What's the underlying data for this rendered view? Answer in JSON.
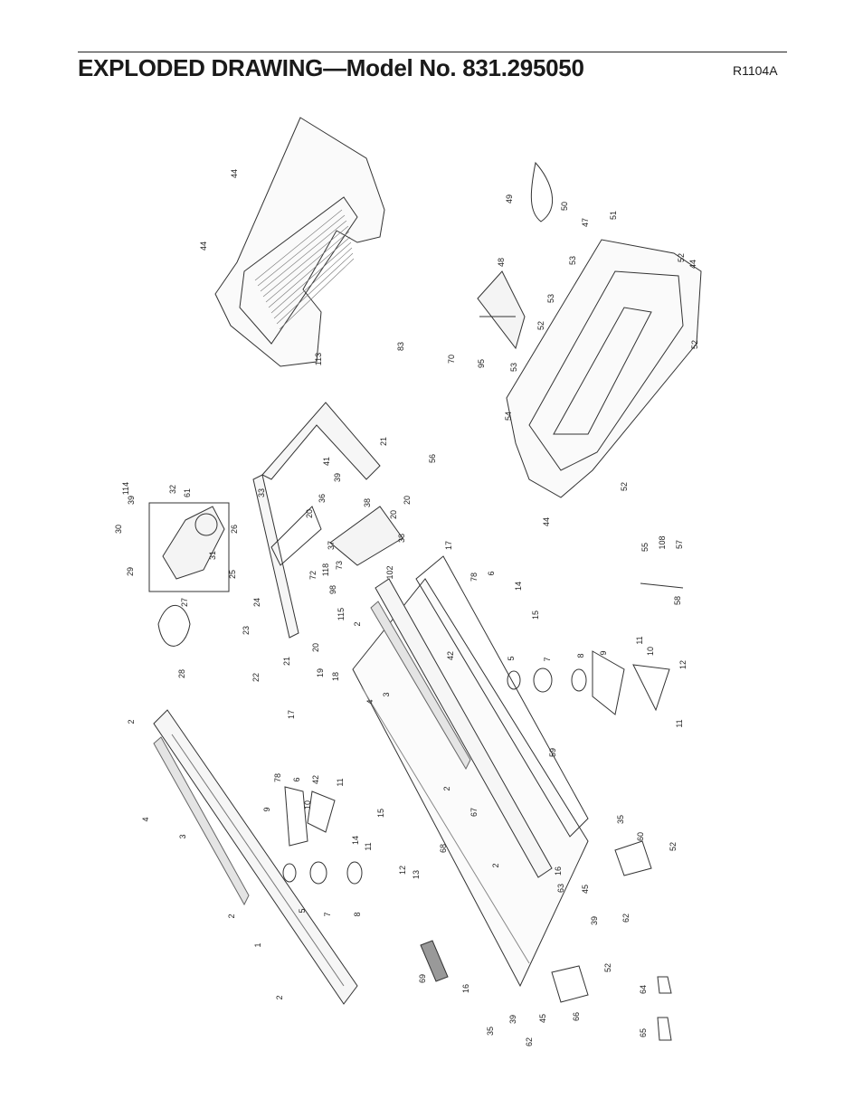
{
  "header": {
    "title": "EXPLODED DRAWING—Model No. 831.295050",
    "code": "R1104A"
  },
  "callouts": [
    {
      "label": "44"
    },
    {
      "label": "44"
    },
    {
      "label": "113"
    },
    {
      "label": "83"
    },
    {
      "label": "70"
    },
    {
      "label": "95"
    },
    {
      "label": "49"
    },
    {
      "label": "50"
    },
    {
      "label": "47"
    },
    {
      "label": "51"
    },
    {
      "label": "53"
    },
    {
      "label": "48"
    },
    {
      "label": "53"
    },
    {
      "label": "52"
    },
    {
      "label": "53"
    },
    {
      "label": "52"
    },
    {
      "label": "44"
    },
    {
      "label": "52"
    },
    {
      "label": "54"
    },
    {
      "label": "44"
    },
    {
      "label": "52"
    },
    {
      "label": "56"
    },
    {
      "label": "21"
    },
    {
      "label": "41"
    },
    {
      "label": "39"
    },
    {
      "label": "33"
    },
    {
      "label": "36"
    },
    {
      "label": "20"
    },
    {
      "label": "38"
    },
    {
      "label": "20"
    },
    {
      "label": "20"
    },
    {
      "label": "38"
    },
    {
      "label": "37"
    },
    {
      "label": "17"
    },
    {
      "label": "118"
    },
    {
      "label": "73"
    },
    {
      "label": "102"
    },
    {
      "label": "98"
    },
    {
      "label": "72"
    },
    {
      "label": "115"
    },
    {
      "label": "2"
    },
    {
      "label": "114"
    },
    {
      "label": "39"
    },
    {
      "label": "32"
    },
    {
      "label": "61"
    },
    {
      "label": "30"
    },
    {
      "label": "29"
    },
    {
      "label": "26"
    },
    {
      "label": "31"
    },
    {
      "label": "25"
    },
    {
      "label": "27"
    },
    {
      "label": "28"
    },
    {
      "label": "24"
    },
    {
      "label": "23"
    },
    {
      "label": "22"
    },
    {
      "label": "21"
    },
    {
      "label": "20"
    },
    {
      "label": "19"
    },
    {
      "label": "18"
    },
    {
      "label": "17"
    },
    {
      "label": "4"
    },
    {
      "label": "3"
    },
    {
      "label": "2"
    },
    {
      "label": "78"
    },
    {
      "label": "6"
    },
    {
      "label": "42"
    },
    {
      "label": "9"
    },
    {
      "label": "10"
    },
    {
      "label": "11"
    },
    {
      "label": "15"
    },
    {
      "label": "14"
    },
    {
      "label": "11"
    },
    {
      "label": "12"
    },
    {
      "label": "4"
    },
    {
      "label": "3"
    },
    {
      "label": "5"
    },
    {
      "label": "7"
    },
    {
      "label": "8"
    },
    {
      "label": "2"
    },
    {
      "label": "1"
    },
    {
      "label": "2"
    },
    {
      "label": "13"
    },
    {
      "label": "68"
    },
    {
      "label": "69"
    },
    {
      "label": "16"
    },
    {
      "label": "35"
    },
    {
      "label": "39"
    },
    {
      "label": "45"
    },
    {
      "label": "62"
    },
    {
      "label": "66"
    },
    {
      "label": "52"
    },
    {
      "label": "64"
    },
    {
      "label": "65"
    },
    {
      "label": "78"
    },
    {
      "label": "6"
    },
    {
      "label": "14"
    },
    {
      "label": "15"
    },
    {
      "label": "42"
    },
    {
      "label": "5"
    },
    {
      "label": "7"
    },
    {
      "label": "8"
    },
    {
      "label": "9"
    },
    {
      "label": "11"
    },
    {
      "label": "10"
    },
    {
      "label": "12"
    },
    {
      "label": "11"
    },
    {
      "label": "59"
    },
    {
      "label": "2"
    },
    {
      "label": "67"
    },
    {
      "label": "2"
    },
    {
      "label": "16"
    },
    {
      "label": "63"
    },
    {
      "label": "45"
    },
    {
      "label": "39"
    },
    {
      "label": "62"
    },
    {
      "label": "35"
    },
    {
      "label": "60"
    },
    {
      "label": "52"
    },
    {
      "label": "55"
    },
    {
      "label": "108"
    },
    {
      "label": "57"
    },
    {
      "label": "58"
    }
  ]
}
